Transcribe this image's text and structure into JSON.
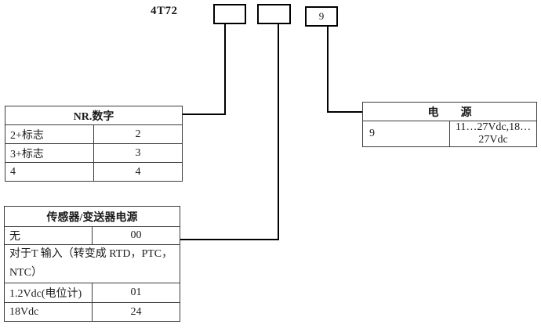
{
  "title": "4T72",
  "code_boxes": [
    {
      "value": ""
    },
    {
      "value": ""
    },
    {
      "value": "9"
    }
  ],
  "tables": {
    "nr": {
      "header": "NR.数字",
      "rows": [
        {
          "label": "2+标志",
          "code": "2"
        },
        {
          "label": "3+标志",
          "code": "3"
        },
        {
          "label": "4",
          "code": "4"
        }
      ]
    },
    "sensor": {
      "header": "传感器/变送器电源",
      "rows": [
        {
          "label": "无",
          "code": "00"
        },
        {
          "label": "对于T 输入（转变成 RTD，PTC，NTC）",
          "code": ""
        },
        {
          "label": "1.2Vdc(电位计)",
          "code": "01"
        },
        {
          "label": "18Vdc",
          "code": "24"
        }
      ]
    },
    "power": {
      "header": "电　　源",
      "rows": [
        {
          "code": "9",
          "label": "11…27Vdc,18…27Vdc"
        }
      ]
    }
  }
}
